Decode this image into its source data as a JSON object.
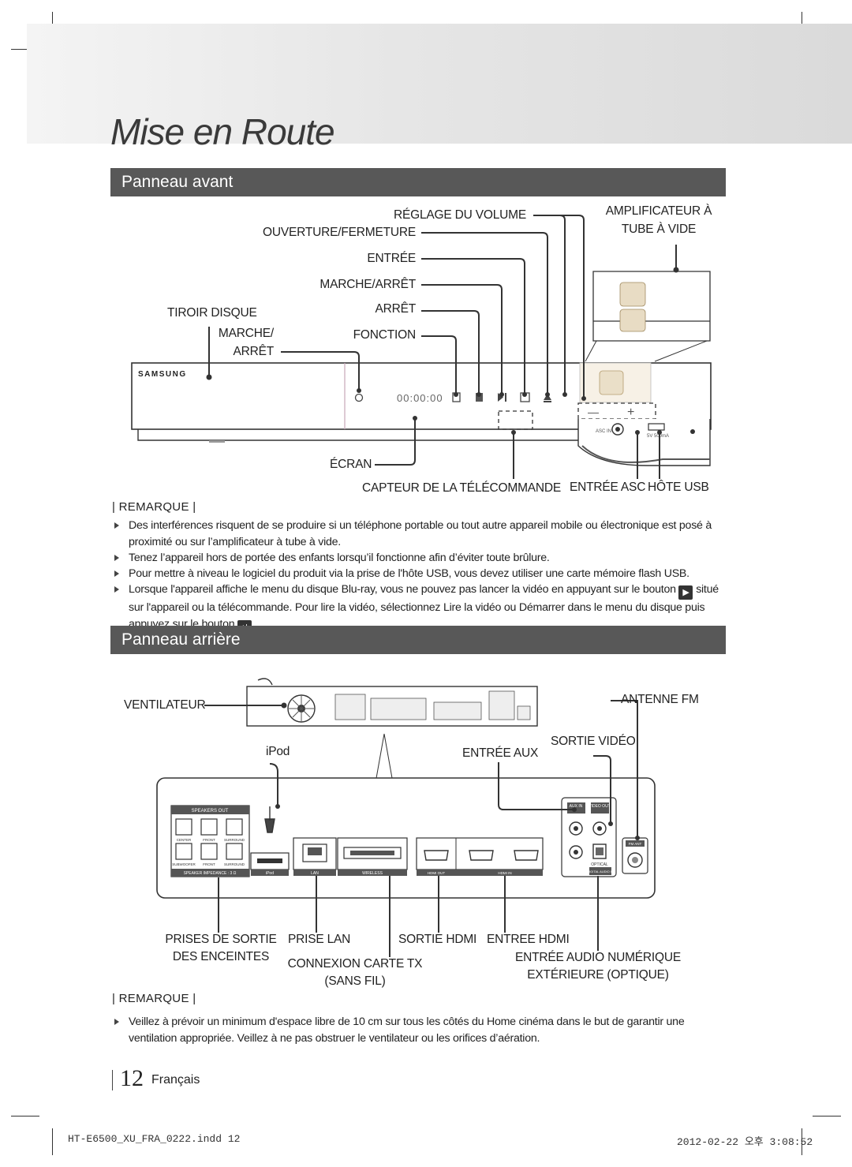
{
  "chapter_title": "Mise en Route",
  "front": {
    "section_title": "Panneau avant",
    "brand": "SAMSUNG",
    "display_digits": "00:00:00",
    "labels": {
      "volume": "RÉGLAGE DU VOLUME",
      "open_close": "OUVERTURE/FERMETURE",
      "input": "ENTRÉE",
      "power": "MARCHE/ARRÊT",
      "tray": "TIROIR DISQUE",
      "stop": "ARRÊT",
      "play_pause_1": "MARCHE/",
      "play_pause_2": "ARRÊT",
      "function": "FONCTION",
      "tube_amp_1": "AMPLIFICATEUR À",
      "tube_amp_2": "TUBE À VIDE",
      "screen": "ÉCRAN",
      "remote_sensor": "CAPTEUR DE LA TÉLÉCOMMANDE",
      "asc_in": "ENTRÉE ASC",
      "usb_host": "HÔTE USB"
    },
    "tiny": {
      "asc": "ASC IN",
      "usb": "5V 500mA",
      "minus": "—",
      "plus": "+"
    },
    "remark_heading": "REMARQUE",
    "remarks": [
      "Des interférences risquent de se produire si un téléphone portable ou tout autre appareil mobile ou électronique est posé à proximité ou sur l’amplificateur à tube à vide.",
      "Tenez l’appareil hors de portée des enfants lorsqu’il fonctionne afin d’éviter toute brûlure.",
      "Pour mettre à niveau le logiciel du produit via la prise de l'hôte USB, vous devez utiliser une carte mémoire flash USB."
    ],
    "remark4_a": "Lorsque l'appareil affiche le menu du disque Blu-ray, vous ne pouvez pas lancer la vidéo en appuyant sur le bouton",
    "remark4_b": "situé sur l'appareil ou la télécommande. Pour lire la vidéo, sélectionnez Lire la vidéo ou Démarrer dans le menu du disque puis appuyez sur le bouton",
    "remark4_c": "."
  },
  "rear": {
    "section_title": "Panneau arrière",
    "labels": {
      "fan": "VENTILATEUR",
      "ipod": "iPod",
      "fm_antenna": "ANTENNE FM",
      "aux_in": "ENTRÉE AUX",
      "video_out": "SORTIE VIDÉO",
      "speakers_1": "PRISES DE SORTIE",
      "speakers_2": "DES ENCEINTES",
      "lan": "PRISE LAN",
      "wireless_1": "CONNEXION CARTE TX",
      "wireless_2": "(SANS FIL)",
      "hdmi_out": "SORTIE HDMI",
      "hdmi_in": "ENTREE HDMI",
      "optical_1": "ENTRÉE AUDIO NUMÉRIQUE",
      "optical_2": "EXTÉRIEURE (OPTIQUE)"
    },
    "panel_text": {
      "speakers_out": "SPEAKERS OUT",
      "center": "CENTER",
      "front_l": "FRONT",
      "surround": "SURROUND",
      "subwoofer": "SUBWOOFER",
      "front_r": "FRONT",
      "surround_r": "SURROUND",
      "impedance": "SPEAKER IMPEDANCE : 3 Ω",
      "ipod": "iPod",
      "lan": "LAN",
      "wireless": "WIRELESS",
      "hdmi_out": "HDMI OUT",
      "hdmi_in": "HDMI IN",
      "aux_in": "AUX IN",
      "video_out": "VIDEO OUT",
      "optical": "OPTICAL",
      "digital": "DIGITAL AUDIO IN",
      "fm_ant": "FM ANT"
    },
    "remark_heading": "REMARQUE",
    "remarks": [
      "Veillez à prévoir un minimum d'espace libre de 10 cm sur tous les côtés du Home cinéma dans le but de garantir une ventilation appropriée. Veillez à ne pas obstruer le ventilateur ou les orifices d’aération."
    ]
  },
  "page_number": "12",
  "language": "Français",
  "footer_file": "HT-E6500_XU_FRA_0222.indd   12",
  "footer_date": "2012-02-22   오후 3:08:52"
}
